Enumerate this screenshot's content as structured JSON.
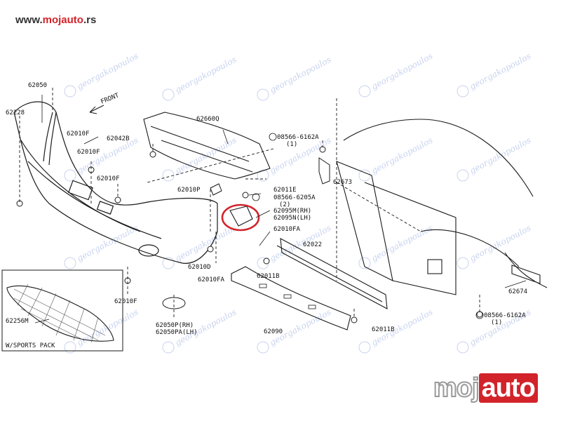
{
  "site_url": {
    "prefix": "www.",
    "brand": "mojauto",
    "suffix": ".rs"
  },
  "logo": {
    "left": "moj",
    "right": "auto"
  },
  "watermark_text": "georgakopoulos",
  "labels": {
    "p62050": "62050",
    "p62228": "62228",
    "front": "FRONT",
    "p62010F_a": "62010F",
    "p62042B": "62042B",
    "p62660Q": "62660Q",
    "bolt_a": "08566-6162A",
    "bolt_a_qty": "(1)",
    "p62010F_b": "62010F",
    "p62010F_c": "62010F",
    "p62673": "62673",
    "p62010P": "62010P",
    "p62011E": "62011E",
    "clip": "08566-6205A",
    "clip_qty": "(2)",
    "p62095M": "62095M(RH)",
    "p62095N": "62095N(LH)",
    "p62010FA_a": "62010FA",
    "p62022": "62022",
    "p62010D": "62010D",
    "p62011B_a": "62011B",
    "p62010FA_b": "62010FA",
    "p62010F_d": "62010F",
    "p62256M": "62256M",
    "sports": "W/SPORTS PACK",
    "p62050P": "62050P(RH)",
    "p62050PA": "62050PA(LH)",
    "p62090": "62090",
    "p62011B_b": "62011B",
    "p62674": "62674",
    "bolt_b": "08566-6162A",
    "bolt_b_qty": "(1)"
  },
  "colors": {
    "line": "#1a1a1a",
    "highlight": "#d2232a",
    "watermark": "#c9d3ef",
    "brand": "#d2232a"
  }
}
